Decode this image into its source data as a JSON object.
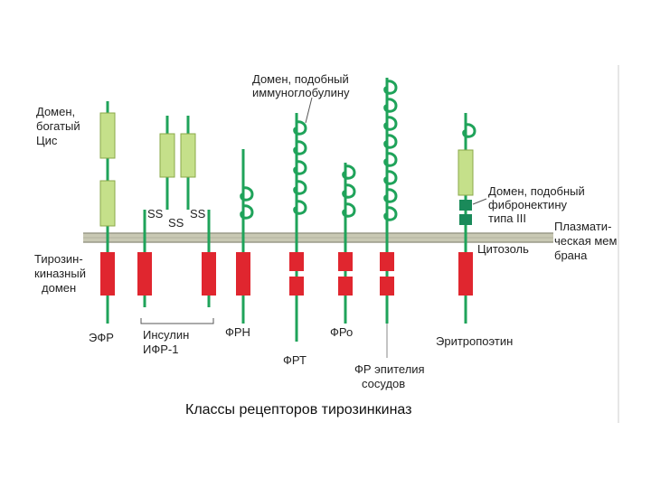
{
  "title": "Классы рецепторов тирозинкиназ",
  "labels": {
    "cys_domain": [
      "Домен,",
      "богатый",
      "Цис"
    ],
    "ig_domain": [
      "Домен, подобный",
      "иммуноглобулину"
    ],
    "fn_domain": [
      "Домен, подобный",
      "фибронектину",
      "типа III"
    ],
    "membrane": [
      "Плазмати-",
      "ческая мем",
      "брана"
    ],
    "cytosol": "Цитозоль",
    "kinase_domain": [
      "Тирозин-",
      "киназный",
      "домен"
    ],
    "ss": [
      "SS",
      "SS",
      "SS"
    ]
  },
  "receptors": {
    "efr": "ЭФР",
    "insulin": [
      "Инсулин",
      "ИФР-1"
    ],
    "frn": "ФРН",
    "frt": "ФРТ",
    "fro": "ФРо",
    "vascular": [
      "ФР эпителия",
      "сосудов"
    ],
    "epo": "Эритропоэтин"
  },
  "colors": {
    "stalk": "#1fa35a",
    "extracellular_domain": "#c5e08a",
    "extracellular_border": "#8aa84a",
    "kinase": "#e0262f",
    "fibronectin": "#1a8a5a",
    "membrane": "#c9c9b4",
    "membrane_edge": "#9a9a88"
  }
}
